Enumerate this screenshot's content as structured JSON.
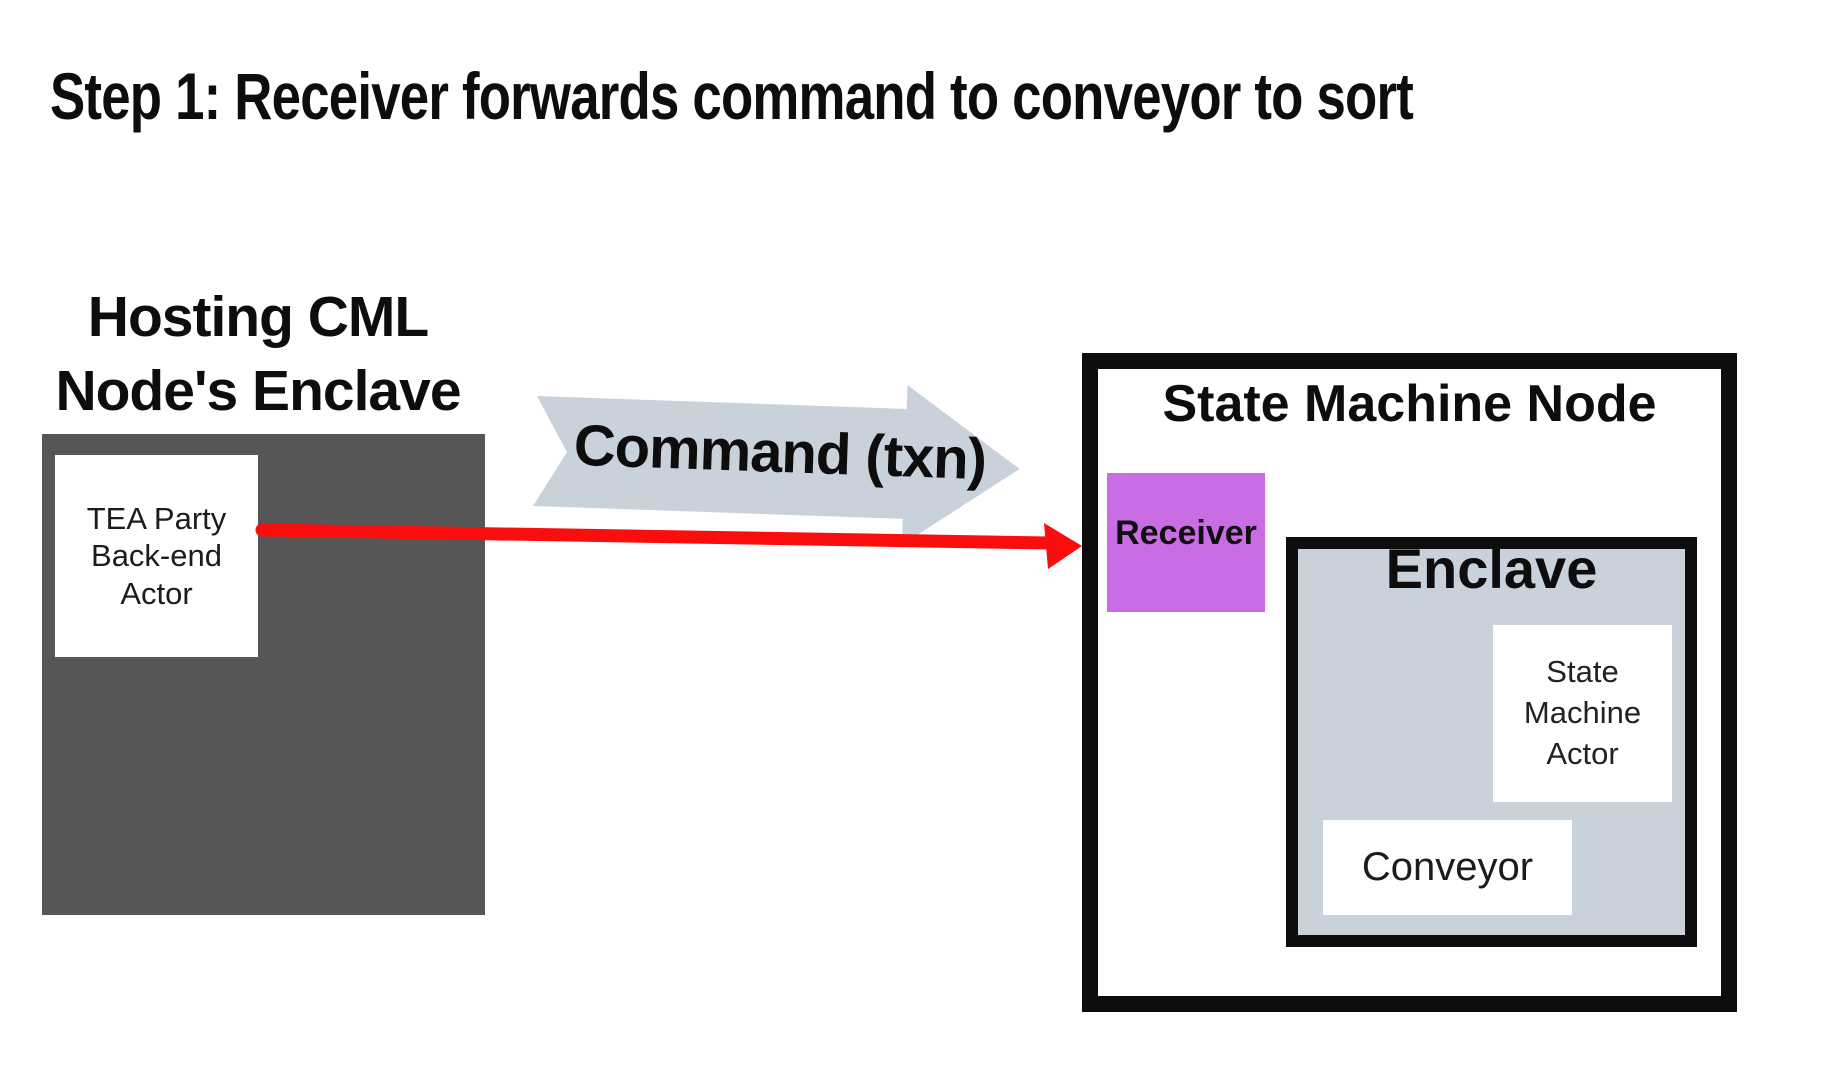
{
  "title": "Step 1: Receiver forwards command to conveyor to sort",
  "colors": {
    "canvas_bg": "#ffffff",
    "ink": "#0d0d0d",
    "body_text": "#1c1c1c",
    "dark_gray_panel": "#565656",
    "blue_gray": "#c9d1db",
    "purple": "#ca6ce4",
    "red": "#f90d0d",
    "white": "#ffffff"
  },
  "hosting_enclave": {
    "heading_line1": "Hosting CML",
    "heading_line2": "Node's Enclave",
    "actor": {
      "line1": "TEA Party",
      "line2": "Back-end",
      "line3": "Actor"
    }
  },
  "command_arrow": {
    "label": "Command (txn)"
  },
  "state_machine_node": {
    "title": "State Machine Node",
    "receiver_label": "Receiver",
    "enclave": {
      "title": "Enclave",
      "state_machine_actor": {
        "line1": "State",
        "line2": "Machine",
        "line3": "Actor"
      },
      "conveyor_label": "Conveyor"
    }
  }
}
